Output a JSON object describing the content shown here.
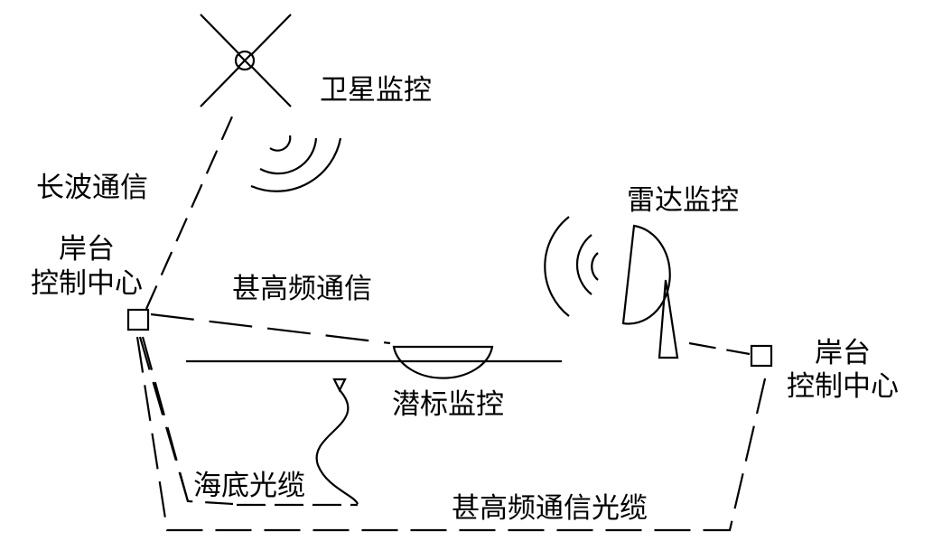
{
  "labels": {
    "satellite": "卫星监控",
    "longwave": "长波通信",
    "shore_left_1": "岸台",
    "shore_left_2": "控制中心",
    "vhf": "甚高频通信",
    "radar": "雷达监控",
    "shore_right_1": "岸台",
    "shore_right_2": "控制中心",
    "buoy": "潜标监控",
    "subsea_cable": "海底光缆",
    "vhf_cable": "甚高频通信光缆"
  },
  "icons": {
    "satellite": "satellite-icon",
    "signal_waves": "signal-waves-icon",
    "radar": "radar-dish-icon",
    "shore_station": "shore-station-icon",
    "buoy": "submersible-buoy-icon"
  },
  "colors": {
    "stroke": "#000000",
    "background": "#ffffff"
  }
}
